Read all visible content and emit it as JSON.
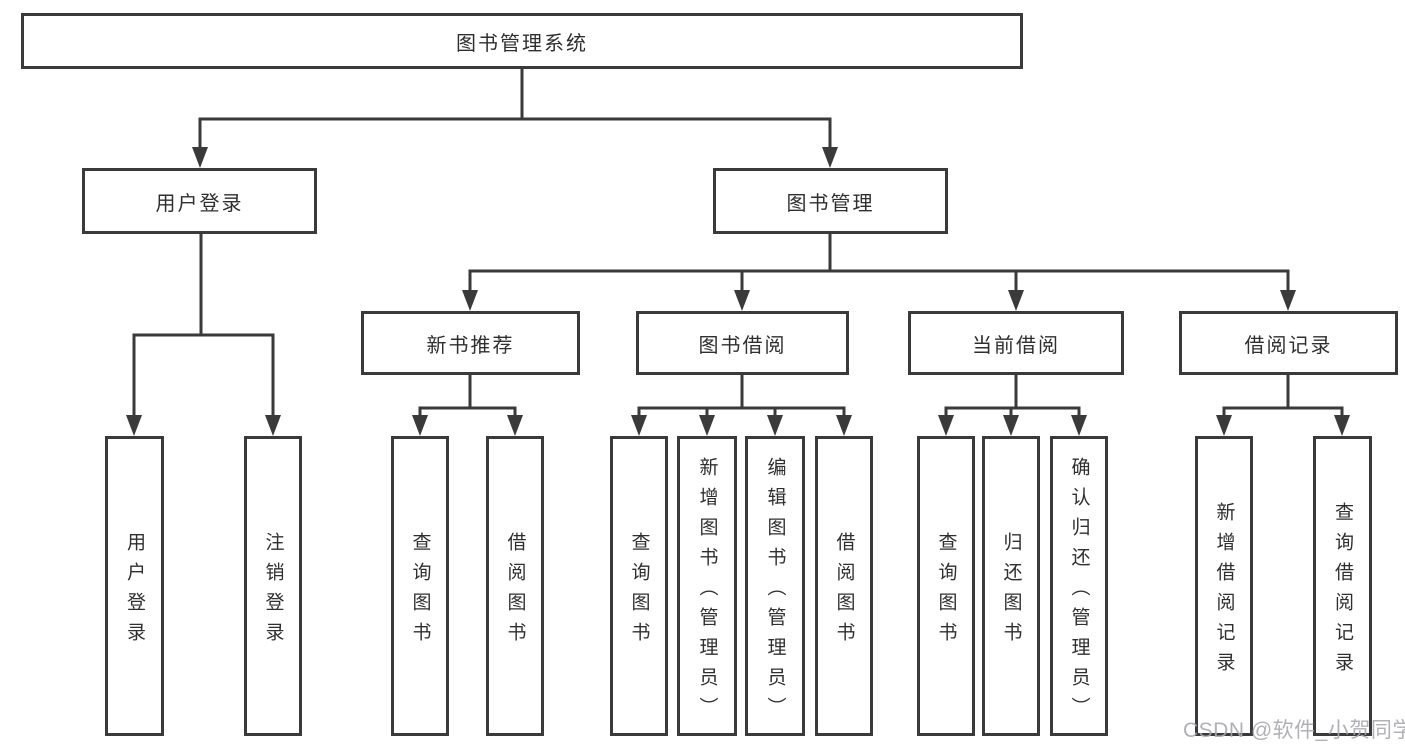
{
  "diagram": {
    "root": {
      "label": "图书管理系统"
    },
    "branches": [
      {
        "label": "用户登录",
        "children": [
          {
            "label": "用户登录"
          },
          {
            "label": "注销登录"
          }
        ]
      },
      {
        "label": "图书管理",
        "groups": [
          {
            "label": "新书推荐",
            "children": [
              {
                "label": "查询图书"
              },
              {
                "label": "借阅图书"
              }
            ]
          },
          {
            "label": "图书借阅",
            "children": [
              {
                "label": "查询图书"
              },
              {
                "label": "新增图书（管理员）"
              },
              {
                "label": "编辑图书（管理员）"
              },
              {
                "label": "借阅图书"
              }
            ]
          },
          {
            "label": "当前借阅",
            "children": [
              {
                "label": "查询图书"
              },
              {
                "label": "归还图书"
              },
              {
                "label": "确认归还（管理员）"
              }
            ]
          },
          {
            "label": "借阅记录",
            "children": [
              {
                "label": "新增借阅记录"
              },
              {
                "label": "查询借阅记录"
              }
            ]
          }
        ]
      }
    ]
  },
  "watermark": {
    "text": "CSDN @软件_小贺同学"
  },
  "colors": {
    "line": "#3a3a3a",
    "text": "#2f2f2f",
    "watermark": "#a7a7ae",
    "background": "#ffffff"
  }
}
